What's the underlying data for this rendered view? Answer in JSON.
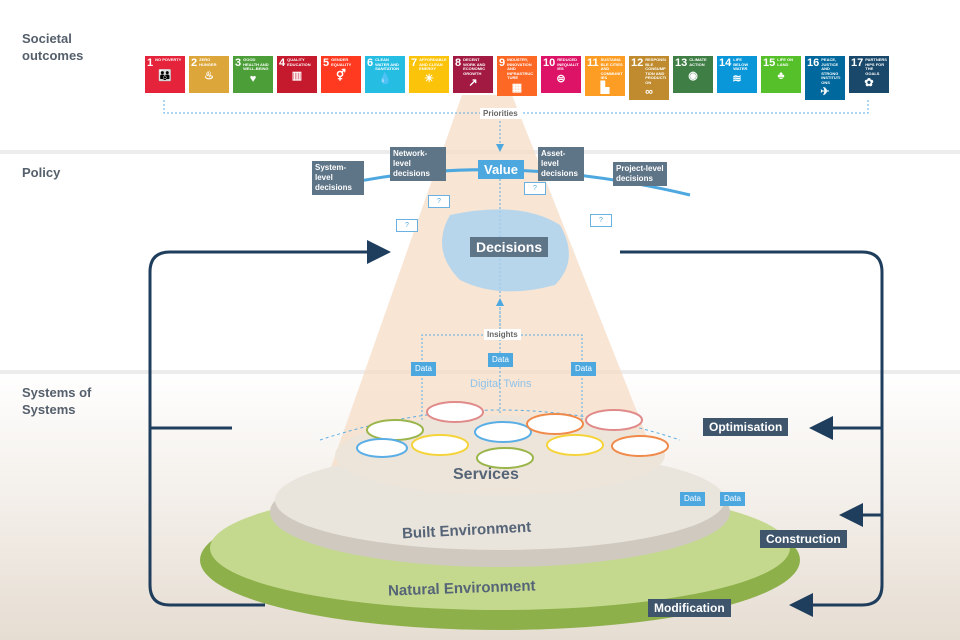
{
  "sections": {
    "societal": "Societal outcomes",
    "policy": "Policy",
    "systems": "Systems of Systems"
  },
  "sdgs": [
    {
      "num": "1",
      "label": "NO POVERTY",
      "color": "#e5243b",
      "icon": "people-icon"
    },
    {
      "num": "2",
      "label": "ZERO HUNGER",
      "color": "#dda63a",
      "icon": "bowl-icon"
    },
    {
      "num": "3",
      "label": "GOOD HEALTH AND WELL-BEING",
      "color": "#4c9f38",
      "icon": "heartbeat-icon"
    },
    {
      "num": "4",
      "label": "QUALITY EDUCATION",
      "color": "#c5192d",
      "icon": "book-icon"
    },
    {
      "num": "5",
      "label": "GENDER EQUALITY",
      "color": "#ff3a21",
      "icon": "gender-icon"
    },
    {
      "num": "6",
      "label": "CLEAN WATER AND SANITATION",
      "color": "#26bde2",
      "icon": "water-icon"
    },
    {
      "num": "7",
      "label": "AFFORDABLE AND CLEAN ENERGY",
      "color": "#fcc30b",
      "icon": "sun-icon"
    },
    {
      "num": "8",
      "label": "DECENT WORK AND ECONOMIC GROWTH",
      "color": "#a21942",
      "icon": "growth-chart-icon"
    },
    {
      "num": "9",
      "label": "INDUSTRY, INNOVATION AND INFRASTRUCTURE",
      "color": "#fd6925",
      "icon": "cubes-icon"
    },
    {
      "num": "10",
      "label": "REDUCED INEQUALITIES",
      "color": "#dd1367",
      "icon": "equals-icon"
    },
    {
      "num": "11",
      "label": "SUSTAINABLE CITIES AND COMMUNITIES",
      "color": "#fd9d24",
      "icon": "city-icon"
    },
    {
      "num": "12",
      "label": "RESPONSIBLE CONSUMPTION AND PRODUCTION",
      "color": "#bf8b2e",
      "icon": "infinity-icon"
    },
    {
      "num": "13",
      "label": "CLIMATE ACTION",
      "color": "#3f7e44",
      "icon": "eye-globe-icon"
    },
    {
      "num": "14",
      "label": "LIFE BELOW WATER",
      "color": "#0a97d9",
      "icon": "fish-icon"
    },
    {
      "num": "15",
      "label": "LIFE ON LAND",
      "color": "#56c02b",
      "icon": "tree-icon"
    },
    {
      "num": "16",
      "label": "PEACE, JUSTICE AND STRONG INSTITUTIONS",
      "color": "#00689d",
      "icon": "dove-icon"
    },
    {
      "num": "17",
      "label": "PARTNERSHIPS FOR THE GOALS",
      "color": "#19486a",
      "icon": "flower-icon"
    }
  ],
  "flow": {
    "priorities": "Priorities",
    "value": "Value",
    "decisions": "Decisions",
    "insights": "Insights",
    "data": "Data",
    "digital_twins": "Digital Twins",
    "question": "?"
  },
  "decision_levels": {
    "system": "System-level decisions",
    "network": "Network-level decisions",
    "asset": "Asset-level decisions",
    "project": "Project-level decisions"
  },
  "layers": {
    "services": "Services",
    "built": "Built Environment",
    "natural": "Natural Environment"
  },
  "interventions": {
    "optimisation": "Optimisation",
    "construction": "Construction",
    "modification": "Modification"
  },
  "colors": {
    "navy": "#1f3d5c",
    "tag": "#5e7487",
    "data": "#4ea8e0",
    "beam": "#f6dcc6"
  }
}
